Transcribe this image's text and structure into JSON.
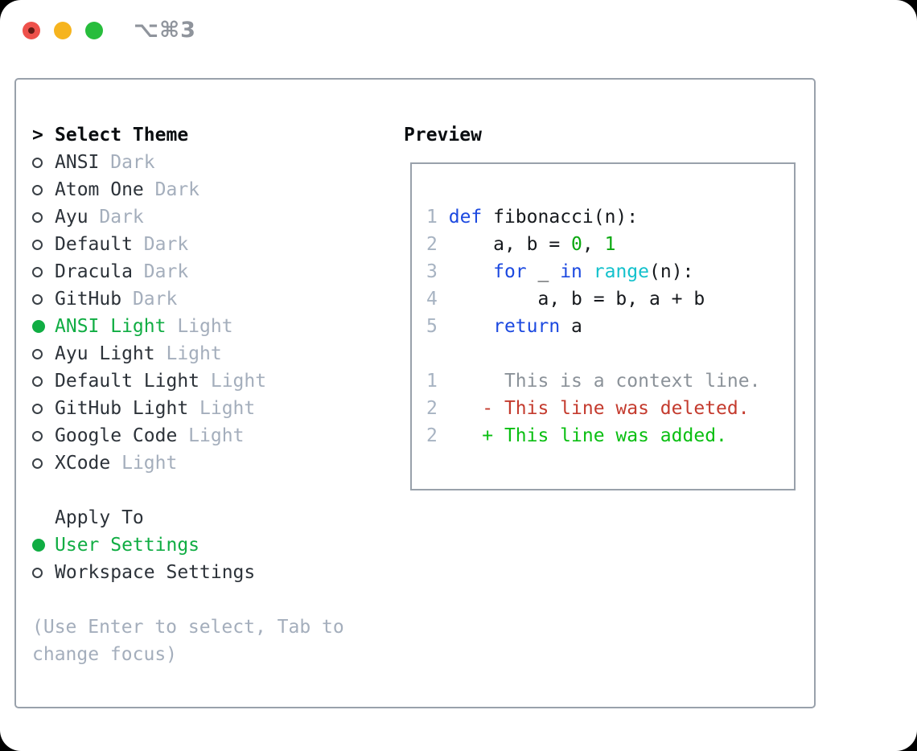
{
  "window": {
    "title": "⌥⌘3",
    "traffic_lights": [
      "close",
      "minimize",
      "zoom"
    ]
  },
  "colors": {
    "selection_green": "#10ad43",
    "keyword_blue": "#1c49e0",
    "function_cyan": "#13c1cc",
    "number_green": "#0aa80f",
    "diff_added_green": "#0abf12",
    "diff_deleted_red": "#c43b2e",
    "muted_gray": "#a4aebc",
    "border_gray": "#99a1ab"
  },
  "theme_selector": {
    "prompt": ">",
    "header": "Select Theme",
    "items": [
      {
        "name": "ANSI",
        "tag": "Dark",
        "selected": false
      },
      {
        "name": "Atom One",
        "tag": "Dark",
        "selected": false
      },
      {
        "name": "Ayu",
        "tag": "Dark",
        "selected": false
      },
      {
        "name": "Default",
        "tag": "Dark",
        "selected": false
      },
      {
        "name": "Dracula",
        "tag": "Dark",
        "selected": false
      },
      {
        "name": "GitHub",
        "tag": "Dark",
        "selected": false
      },
      {
        "name": "ANSI Light",
        "tag": "Light",
        "selected": true
      },
      {
        "name": "Ayu Light",
        "tag": "Light",
        "selected": false
      },
      {
        "name": "Default Light",
        "tag": "Light",
        "selected": false
      },
      {
        "name": "GitHub Light",
        "tag": "Light",
        "selected": false
      },
      {
        "name": "Google Code",
        "tag": "Light",
        "selected": false
      },
      {
        "name": "XCode",
        "tag": "Light",
        "selected": false
      }
    ]
  },
  "apply_to": {
    "header": "Apply To",
    "options": [
      {
        "label": "User Settings",
        "selected": true
      },
      {
        "label": "Workspace Settings",
        "selected": false
      }
    ]
  },
  "hint": {
    "text": "(Use Enter to select, Tab to\nchange focus)"
  },
  "preview": {
    "header": "Preview",
    "code_lines": [
      {
        "n": "1",
        "s": [
          {
            "c": "fg",
            "t": " "
          },
          {
            "c": "kw",
            "t": "def"
          },
          {
            "c": "fg",
            "t": " fibonacci(n):"
          }
        ]
      },
      {
        "n": "2",
        "s": [
          {
            "c": "fg",
            "t": "     a, b = "
          },
          {
            "c": "num",
            "t": "0"
          },
          {
            "c": "fg",
            "t": ", "
          },
          {
            "c": "num",
            "t": "1"
          }
        ]
      },
      {
        "n": "3",
        "s": [
          {
            "c": "fg",
            "t": "     "
          },
          {
            "c": "kw",
            "t": "for"
          },
          {
            "c": "fg",
            "t": " _ "
          },
          {
            "c": "kw",
            "t": "in"
          },
          {
            "c": "fg",
            "t": " "
          },
          {
            "c": "fn",
            "t": "range"
          },
          {
            "c": "fg",
            "t": "(n):"
          }
        ]
      },
      {
        "n": "4",
        "s": [
          {
            "c": "fg",
            "t": "         a, b = b, a + b"
          }
        ]
      },
      {
        "n": "5",
        "s": [
          {
            "c": "fg",
            "t": "     "
          },
          {
            "c": "kw",
            "t": "return"
          },
          {
            "c": "fg",
            "t": " a"
          }
        ]
      }
    ],
    "diff_lines": [
      {
        "n": "1",
        "s": [
          {
            "c": "ctx",
            "t": "      This is a context line."
          }
        ]
      },
      {
        "n": "2",
        "s": [
          {
            "c": "del",
            "t": "    - This line was deleted."
          }
        ]
      },
      {
        "n": "2",
        "s": [
          {
            "c": "add",
            "t": "    + This line was added."
          }
        ]
      }
    ]
  }
}
